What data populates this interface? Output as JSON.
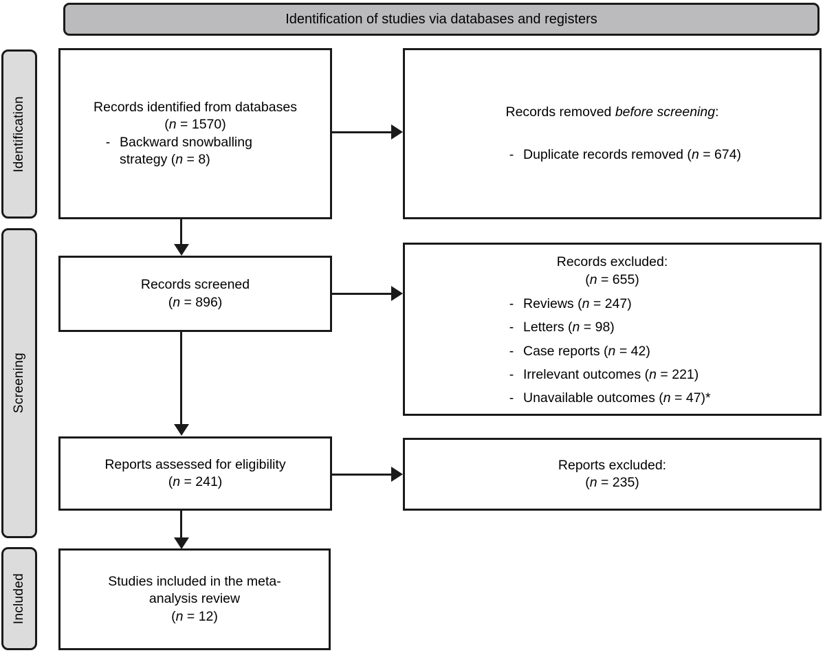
{
  "diagram": {
    "title": "PRISMA flow diagram",
    "banner_label": "Identification of studies via databases and registers",
    "colors": {
      "banner_fill": "#bbbbbe",
      "stage_fill": "#dcdcdc",
      "border": "#1a1a1a",
      "box_fill": "#ffffff"
    }
  },
  "stages": [
    {
      "label": "Identification"
    },
    {
      "label": "Screening"
    },
    {
      "label": "Included"
    }
  ],
  "boxes": {
    "records_identified": {
      "line1": "Records identified from databases",
      "line2_prefix": "(",
      "line2_n": "n",
      "line2_value": " = 1570)",
      "bullets": [
        {
          "dash": "-",
          "text_line1": "Backward snowballing",
          "text_line2_prefix": "strategy (",
          "text_n": "n",
          "text_line2_suffix": " = 8)"
        }
      ]
    },
    "records_removed": {
      "title_plain": "Records removed ",
      "title_italic": "before screening",
      "title_colon": ":",
      "bullets": [
        {
          "dash": "-",
          "prefix": "Duplicate records removed (",
          "n": "n",
          "suffix": " = 674)"
        }
      ]
    },
    "records_screened": {
      "line1": "Records screened",
      "line2_prefix": "(",
      "line2_n": "n",
      "line2_value": " = 896)"
    },
    "records_excluded": {
      "line1": "Records excluded:",
      "line2_prefix": "(",
      "line2_n": "n",
      "line2_value": " = 655)",
      "bullets": [
        {
          "dash": "-",
          "prefix": "Reviews (",
          "n": "n",
          "suffix": " = 247)"
        },
        {
          "dash": "-",
          "prefix": "Letters (",
          "n": "n",
          "suffix": " = 98)"
        },
        {
          "dash": "-",
          "prefix": "Case reports (",
          "n": "n",
          "suffix": " = 42)"
        },
        {
          "dash": "-",
          "prefix": "Irrelevant outcomes (",
          "n": "n",
          "suffix": " = 221)"
        },
        {
          "dash": "-",
          "prefix": "Unavailable outcomes (",
          "n": "n",
          "suffix": " = 47)*"
        }
      ]
    },
    "reports_assessed": {
      "line1": "Reports assessed for eligibility",
      "line2_prefix": "(",
      "line2_n": "n",
      "line2_value": " = 241)"
    },
    "reports_excluded": {
      "line1": "Reports excluded:",
      "line2_prefix": "(",
      "line2_n": "n",
      "line2_value": " = 235)"
    },
    "studies_included": {
      "line1": "Studies included in the meta-",
      "line2": "analysis review",
      "line3_prefix": "(",
      "line3_n": "n",
      "line3_value": " = 12)"
    }
  }
}
